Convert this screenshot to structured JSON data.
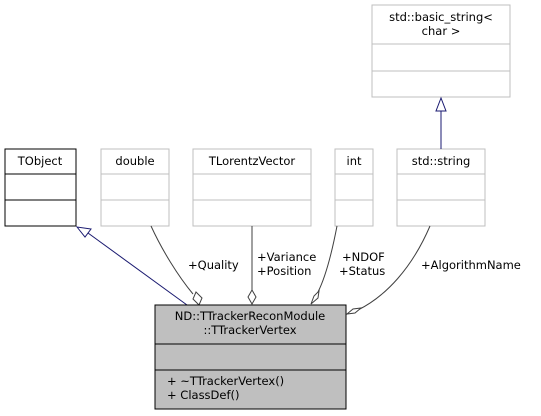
{
  "classes": {
    "basic_string": {
      "title_line1": "std::basic_string<",
      "title_line2": "char >"
    },
    "tobject": {
      "title": "TObject"
    },
    "double": {
      "title": "double"
    },
    "tlorentzvector": {
      "title": "TLorentzVector"
    },
    "int": {
      "title": "int"
    },
    "std_string": {
      "title": "std::string"
    },
    "main": {
      "title_line1": "ND::TTrackerReconModule",
      "title_line2": "::TTrackerVertex",
      "method_1": "+ ~TTrackerVertex()",
      "method_2": "+ ClassDef()"
    }
  },
  "edges": {
    "quality": "+Quality",
    "variance": "+Variance",
    "position": "+Position",
    "ndof": "+NDOF",
    "status": "+Status",
    "algorithm_name": "+AlgorithmName"
  },
  "colors": {
    "inheritance_edge": "#191970",
    "composition_edge": "#404040",
    "main_fill": "#bfbfbf",
    "gray_border": "#bfbfbf",
    "black_border": "#000000"
  }
}
